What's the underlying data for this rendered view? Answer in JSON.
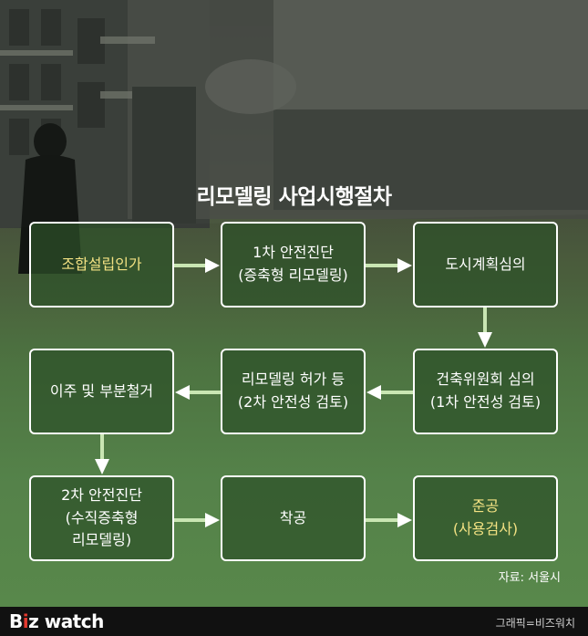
{
  "title": "리모델링 사업시행절차",
  "steps": [
    {
      "line1": "조합설립인가",
      "line2": "",
      "line3": ""
    },
    {
      "line1": "1차 안전진단",
      "line2": "(증축형 리모델링)",
      "line3": ""
    },
    {
      "line1": "도시계획심의",
      "line2": "",
      "line3": ""
    },
    {
      "line1": "건축위원회 심의",
      "line2": "(1차 안전성 검토)",
      "line3": ""
    },
    {
      "line1": "리모델링 허가 등",
      "line2": "(2차 안전성 검토)",
      "line3": ""
    },
    {
      "line1": "이주 및 부분철거",
      "line2": "",
      "line3": ""
    },
    {
      "line1": "2차 안전진단",
      "line2": "(수직증축형",
      "line3": "리모델링)"
    },
    {
      "line1": "착공",
      "line2": "",
      "line3": ""
    },
    {
      "line1": "준공",
      "line2": "(사용검사)",
      "line3": ""
    }
  ],
  "source": "자료: 서울시",
  "footer": {
    "logo_b": "B",
    "logo_rest": "z watch",
    "credit": "그래픽=비즈워치"
  },
  "colors": {
    "box_text": "#ffffff",
    "highlight_text": "#f3e283",
    "arrow": "#c9e6b3",
    "logo_accent": "#e53a2f"
  }
}
